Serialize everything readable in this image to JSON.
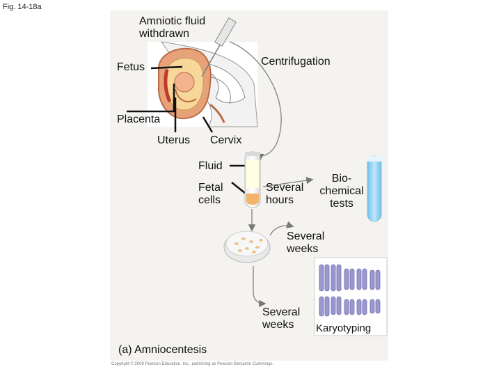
{
  "figure_label": "Fig. 14-18a",
  "labels": {
    "amniotic_fluid": "Amniotic fluid\nwithdrawn",
    "fetus": "Fetus",
    "centrifugation": "Centrifugation",
    "placenta": "Placenta",
    "uterus": "Uterus",
    "cervix": "Cervix",
    "fluid": "Fluid",
    "fetal_cells": "Fetal\ncells",
    "several_hours": "Several\nhours",
    "biochemical_tests": "Bio-\nchemical\ntests",
    "several_weeks_1": "Several\nweeks",
    "several_weeks_2": "Several\nweeks",
    "karyotyping": "Karyotyping",
    "panel_title": "(a) Amniocentesis"
  },
  "copyright": "Copyright © 2008 Pearson Education, Inc., publishing as Pearson Benjamin Cummings.",
  "colors": {
    "panel_bg": "#f4f3ef",
    "tube_liquid": "#8fd0f0",
    "chromosome": "#9b98cf",
    "cell_dots": "#f0c48a",
    "uterus_tissue": "#e8a27a"
  }
}
